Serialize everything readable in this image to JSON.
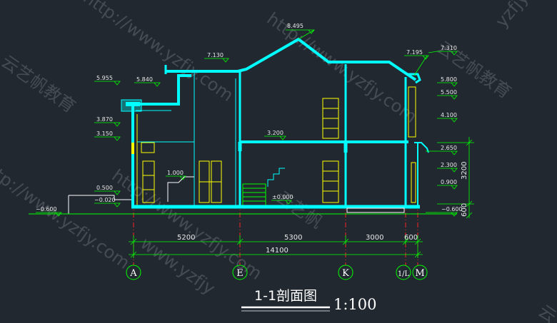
{
  "drawing": {
    "title": "1-1剖面图",
    "scale": "1:100"
  },
  "levels": {
    "roof_peak": "8.495",
    "left_parapet": "7.130",
    "right_eave": "7.195",
    "right_top": "7.310",
    "l_5955": "5.955",
    "l_5840": "5.840",
    "r_5800": "5.800",
    "r_5500": "5.500",
    "r_4100": "4.100",
    "l_3870": "3.870",
    "l_3150": "3.150",
    "mid_3200": "3.200",
    "r_2650": "2.650",
    "r_2300": "2.300",
    "stair_1000": "1.000",
    "r_0900": "0.900",
    "l_0500": "0.500",
    "l_neg0020": "−0.020",
    "ground_000": "±0.000",
    "l_neg0600": "−0.600",
    "r_neg0600": "−0.600"
  },
  "dimensions": {
    "seg_AE": "5200",
    "seg_EK": "5300",
    "seg_KL": "3000",
    "seg_LM": "600",
    "total": "14100",
    "vert_upper": "3200",
    "vert_lower": "600"
  },
  "axes": [
    "A",
    "E",
    "K",
    "1/L",
    "M"
  ],
  "watermarks": {
    "url": "http://www.yzfjy.com",
    "url_part": "www.yzfjy",
    "brand": "云艺帆教育",
    "brand_short": "云艺帆",
    "corner": "yzfjy",
    "edge": "云"
  },
  "colors": {
    "background": "#212830",
    "structure": "#00ffff",
    "dimension": "#00ff00",
    "door": "#ffff00",
    "axis_line": "#ff2222",
    "text": "#ffffff"
  }
}
